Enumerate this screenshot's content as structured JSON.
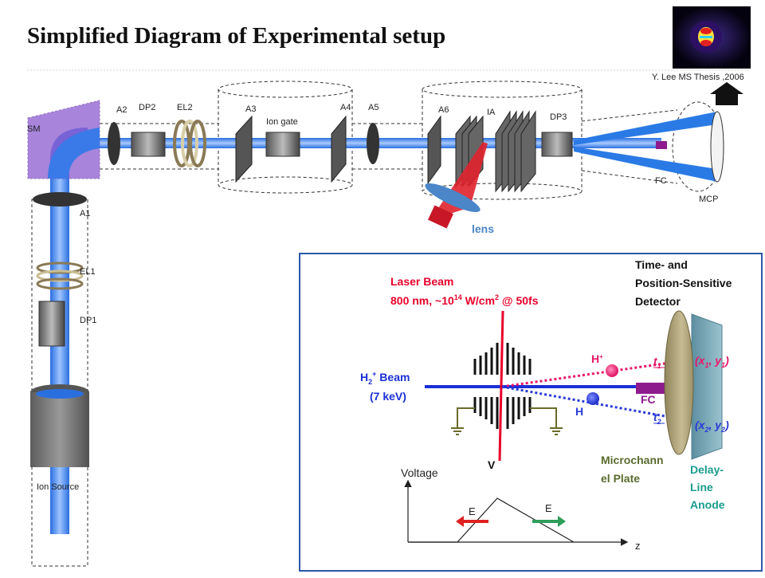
{
  "slide": {
    "title": "Simplified Diagram of Experimental setup",
    "credit": "Y. Lee MS Thesis ,2006"
  },
  "setup": {
    "labels": {
      "sm": "SM",
      "a1": "A1",
      "el1": "EL1",
      "dp1": "DP1",
      "ion_source": "Ion Source",
      "a2": "A2",
      "dp2": "DP2",
      "el2": "EL2",
      "a3": "A3",
      "ion_gate": "Ion gate",
      "a4": "A4",
      "a5": "A5",
      "a6": "A6",
      "ia": "IA",
      "dp3": "DP3",
      "fc": "FC",
      "mcp": "MCP",
      "lens": "lens"
    }
  },
  "inset": {
    "laser_line1": "Laser Beam",
    "laser_line2_prefix": "800 nm, ~10",
    "laser_line2_sup": "14",
    "laser_line2_mid": " W/cm",
    "laser_line2_sup2": "2",
    "laser_line2_suffix": " @ 50fs",
    "beam_prefix": "H",
    "beam_sub": "2",
    "beam_sup": "+",
    "beam_suffix": " Beam",
    "beam_energy": "(7 keV)",
    "detector_line1": "Time- and",
    "detector_line2": "Position-Sensitive",
    "detector_line3": "Detector",
    "hplus_base": "H",
    "hplus_sup": "+",
    "h_label": "H",
    "t_letter": "t",
    "t1_sub": "1",
    "t2_sub": "2",
    "fc": "FC",
    "coord_open": "(x",
    "coord_mid": ", y",
    "coord_close": ")",
    "idx1": "1",
    "idx2": "2",
    "v_label": "V",
    "mcp_line1": "Microchann",
    "mcp_line2": "el Plate",
    "dla_line1": "Delay-",
    "dla_line2": "Line",
    "dla_line3": "Anode",
    "voltage_axis": "Voltage",
    "z_axis": "z",
    "e_left": "E",
    "e_right": "E"
  },
  "colors": {
    "laser_text": "#e8002a",
    "beam_text": "#1a2fd6",
    "hplus": "#e8166a",
    "h_neutral": "#2a3ad8",
    "detector_text": "#1a9c8f",
    "mcp_text": "#5a6b2e",
    "inset_border": "#2a5aa8"
  }
}
